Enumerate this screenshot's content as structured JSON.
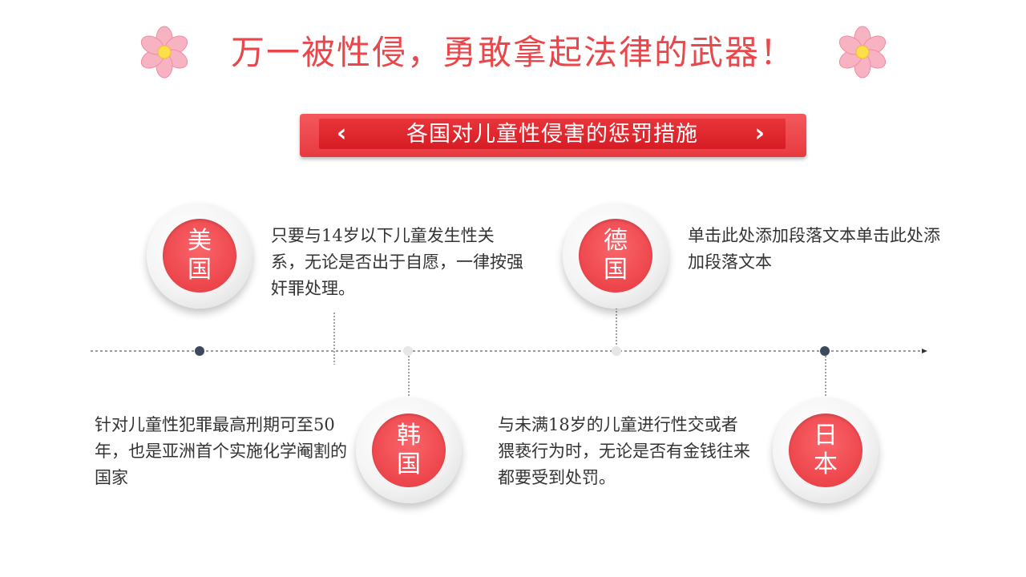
{
  "title": "万一被性侵，勇敢拿起法律的武器！",
  "banner": {
    "left_chevron": "‹",
    "text": "各国对儿童性侵害的惩罚措施",
    "right_chevron": "›"
  },
  "colors": {
    "accent": "#e8474b",
    "banner": "#e83a40",
    "circle": "#ef4a50",
    "dot_dark": "#3d4a5c",
    "dot_light": "#e6e6e6"
  },
  "countries": [
    {
      "line1": "美",
      "line2": "国",
      "text": "只要与14岁以下儿童发生性关系，无论是否出于自愿，一律按强奸罪处理。"
    },
    {
      "line1": "韩",
      "line2": "国",
      "text": "针对儿童性犯罪最高刑期可至50年，也是亚洲首个实施化学阉割的国家"
    },
    {
      "line1": "德",
      "line2": "国",
      "text": "单击此处添加段落文本单击此处添加段落文本"
    },
    {
      "line1": "日",
      "line2": "本",
      "text": "与未满18岁的儿童进行性交或者猥亵行为时，无论是否有金钱往来都要受到处罚。"
    }
  ]
}
